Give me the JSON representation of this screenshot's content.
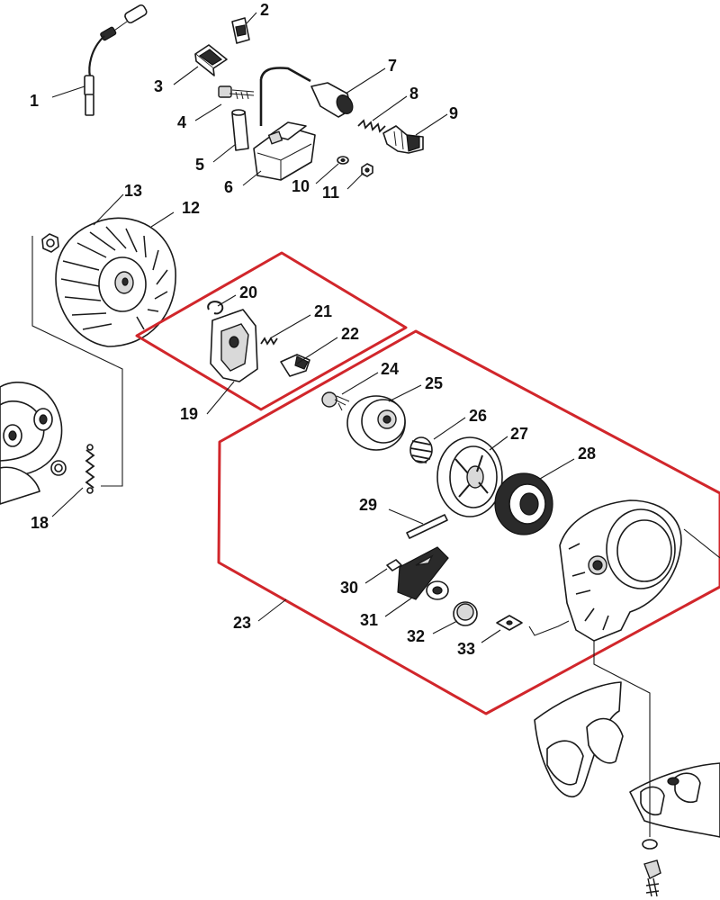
{
  "colors": {
    "group_outline": "#d1262b",
    "line": "#1a1a1a"
  },
  "callouts": [
    {
      "id": "1",
      "label": "1"
    },
    {
      "id": "2",
      "label": "2"
    },
    {
      "id": "3",
      "label": "3"
    },
    {
      "id": "4",
      "label": "4"
    },
    {
      "id": "5",
      "label": "5"
    },
    {
      "id": "6",
      "label": "6"
    },
    {
      "id": "7",
      "label": "7"
    },
    {
      "id": "8",
      "label": "8"
    },
    {
      "id": "9",
      "label": "9"
    },
    {
      "id": "10",
      "label": "10"
    },
    {
      "id": "11",
      "label": "11"
    },
    {
      "id": "12",
      "label": "12"
    },
    {
      "id": "13",
      "label": "13"
    },
    {
      "id": "18",
      "label": "18"
    },
    {
      "id": "19",
      "label": "19"
    },
    {
      "id": "20",
      "label": "20"
    },
    {
      "id": "21",
      "label": "21"
    },
    {
      "id": "22",
      "label": "22"
    },
    {
      "id": "23",
      "label": "23"
    },
    {
      "id": "24",
      "label": "24"
    },
    {
      "id": "25",
      "label": "25"
    },
    {
      "id": "26",
      "label": "26"
    },
    {
      "id": "27",
      "label": "27"
    },
    {
      "id": "28",
      "label": "28"
    },
    {
      "id": "29",
      "label": "29"
    },
    {
      "id": "30",
      "label": "30"
    },
    {
      "id": "31",
      "label": "31"
    },
    {
      "id": "32",
      "label": "32"
    },
    {
      "id": "33",
      "label": "33"
    }
  ]
}
